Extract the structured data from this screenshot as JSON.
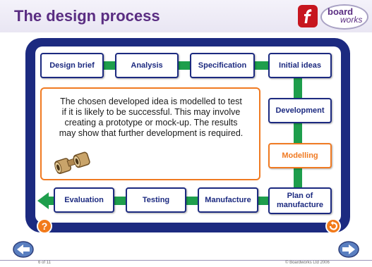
{
  "header": {
    "title": "The design process",
    "logo": {
      "word_top": "board",
      "word_bottom": "works"
    }
  },
  "stages": [
    {
      "label": "Design brief",
      "active": false
    },
    {
      "label": "Analysis",
      "active": false
    },
    {
      "label": "Specification",
      "active": false
    },
    {
      "label": "Initial ideas",
      "active": false
    },
    {
      "label": "Development",
      "active": false
    },
    {
      "label": "Modelling",
      "active": true
    },
    {
      "label": "Plan of manufacture",
      "active": false
    },
    {
      "label": "Manufacture",
      "active": false
    },
    {
      "label": "Testing",
      "active": false
    },
    {
      "label": "Evaluation",
      "active": false
    }
  ],
  "description": "The chosen developed idea is modelled to test if it is likely to be successful. This may involve creating a prototype or mock-up. The results may show that further development is required.",
  "buttons": {
    "help": "?"
  },
  "footer": {
    "page": "6 of 11",
    "copyright": "© Boardworks Ltd 2006"
  },
  "colors": {
    "frame": "#1c2a80",
    "connector": "#1e9e4c",
    "active": "#f07a22",
    "title": "#5a2d82"
  }
}
